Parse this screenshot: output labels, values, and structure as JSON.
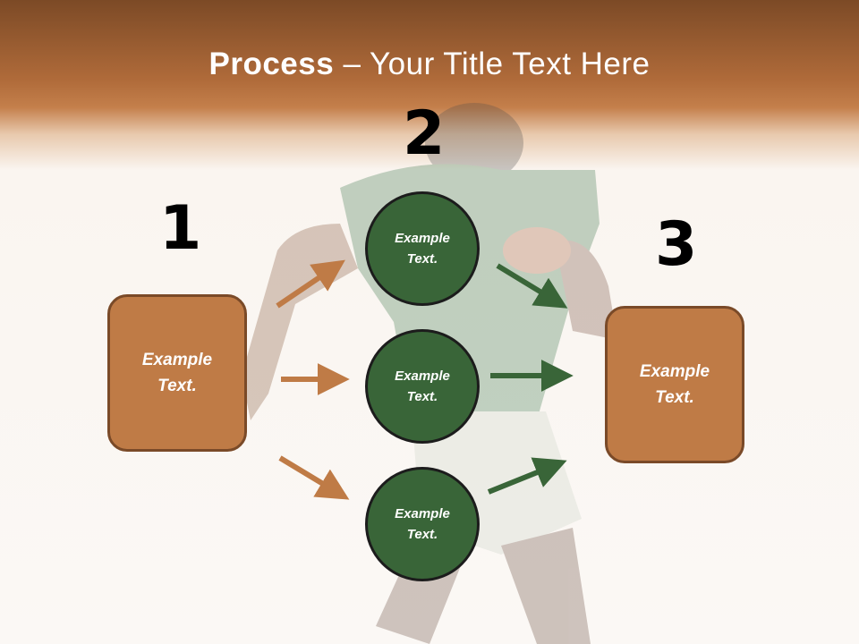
{
  "title": {
    "bold": "Process",
    "rest": " – Your Title Text Here"
  },
  "steps": {
    "one": "1",
    "two": "2",
    "three": "3"
  },
  "left_box": {
    "line1": "Example",
    "line2": "Text."
  },
  "right_box": {
    "line1": "Example",
    "line2": "Text."
  },
  "circles": [
    {
      "line1": "Example",
      "line2": "Text."
    },
    {
      "line1": "Example",
      "line2": "Text."
    },
    {
      "line1": "Example",
      "line2": "Text."
    }
  ],
  "colors": {
    "brown": "#bf7b46",
    "green": "#396538",
    "header": "#b06b3a"
  }
}
